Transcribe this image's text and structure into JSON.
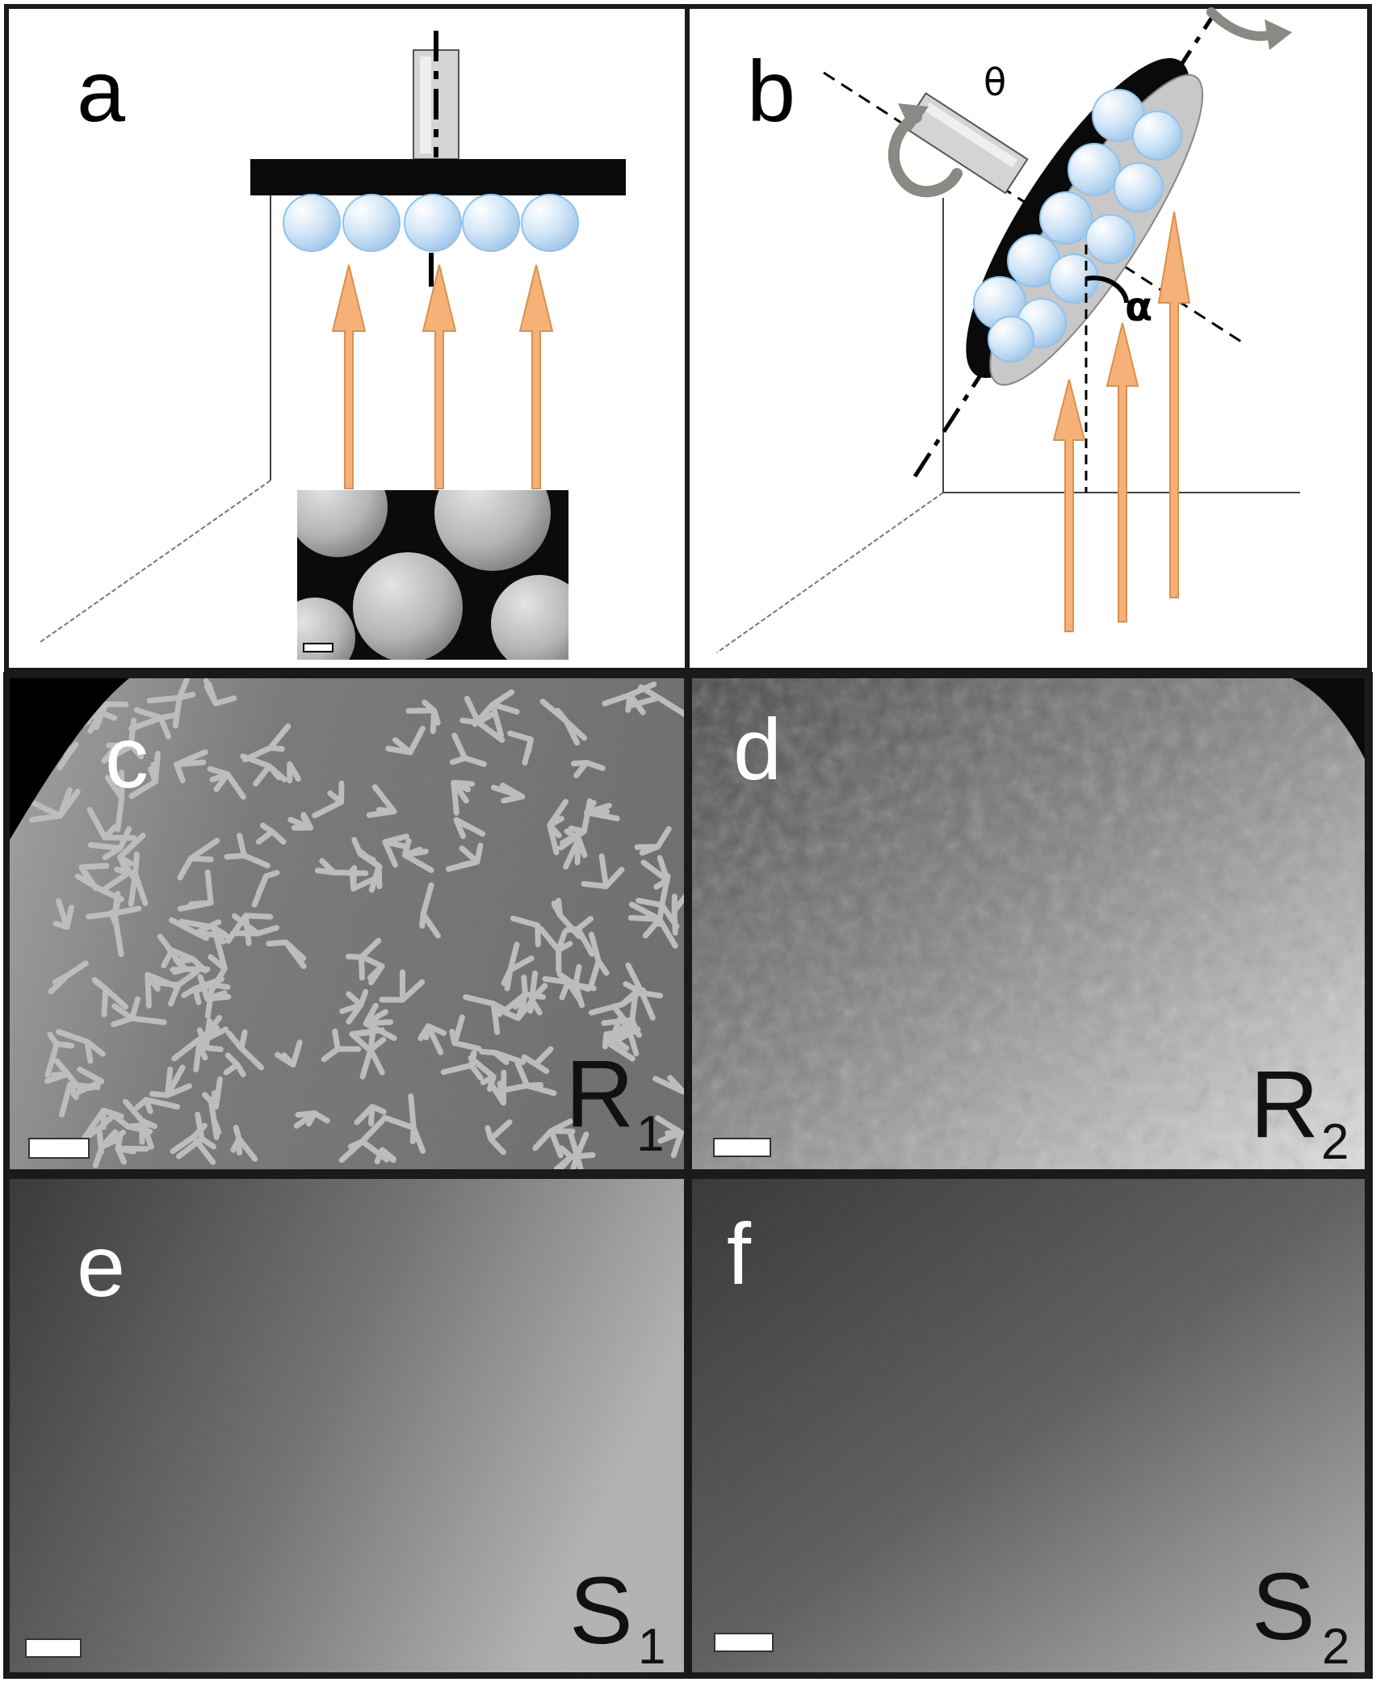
{
  "figure": {
    "panels": [
      {
        "id": "a",
        "letter": "a"
      },
      {
        "id": "b",
        "letter": "b"
      },
      {
        "id": "c",
        "letter": "c",
        "sample": "R",
        "sub": "1"
      },
      {
        "id": "d",
        "letter": "d",
        "sample": "R",
        "sub": "2"
      },
      {
        "id": "e",
        "letter": "e",
        "sample": "S",
        "sub": "1"
      },
      {
        "id": "f",
        "letter": "f",
        "sample": "S",
        "sub": "2"
      }
    ],
    "angle_labels": {
      "rotation": "θ",
      "tilt": "α"
    },
    "colors": {
      "frame": "#1a1a1a",
      "beam_arrow": "#f6b179",
      "beam_arrow_stroke": "#d99050",
      "sphere_light": "#ffffff",
      "sphere_dark": "#a7cbec",
      "holder": "#0a0a0a",
      "rotation_arrow": "#8a8a84"
    },
    "icons": [
      "rotation-arrow-icon",
      "scale-bar-icon"
    ]
  }
}
